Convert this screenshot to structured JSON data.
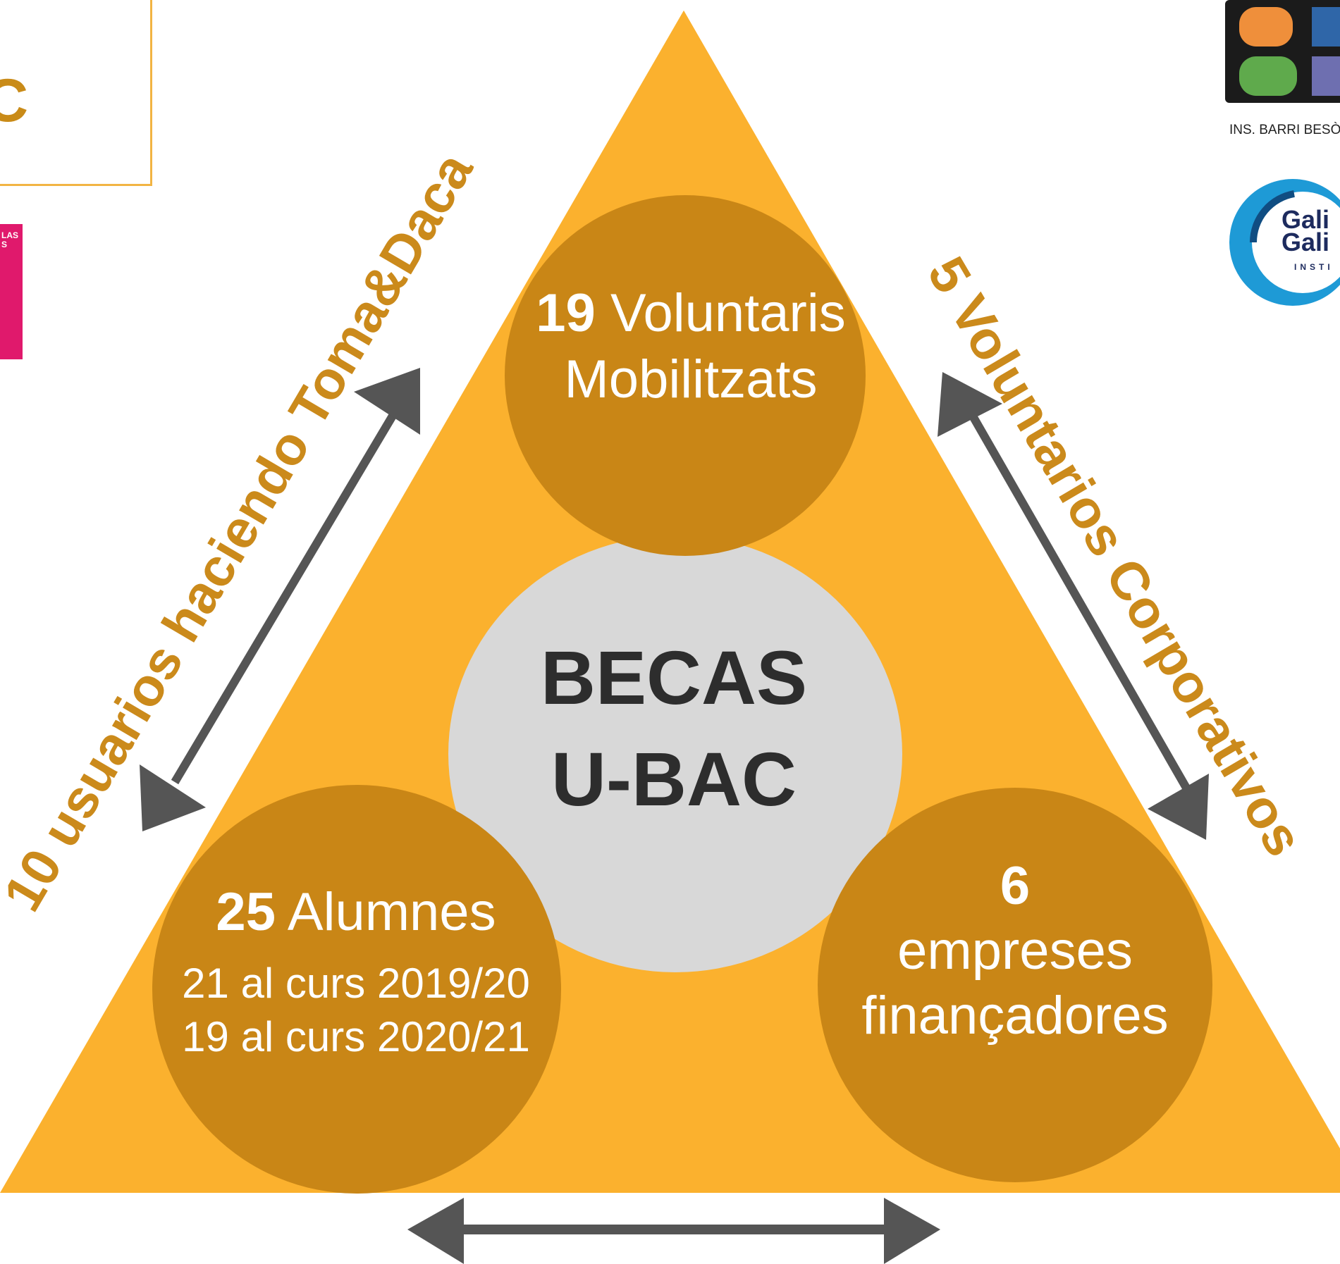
{
  "center": {
    "line1": "BECAS",
    "line2": "U-BAC"
  },
  "top_circle": {
    "number": "19",
    "label_suffix": "Voluntaris",
    "line2": "Mobilitzats"
  },
  "left_circle": {
    "number": "25",
    "label_suffix": "Alumnes",
    "detail1": "21 al curs 2019/20",
    "detail2": "19 al curs 2020/21"
  },
  "right_circle": {
    "number": "6",
    "line2": "empreses",
    "line3": "finançadores"
  },
  "left_side_label": "10 usuarios haciendo Toma&Daca",
  "right_side_label": "5 Voluntarios Corporativos",
  "left_frame_letter": "C",
  "pink_block_text": "LAS\nS",
  "logos": {
    "bbb_caption": "INS. BARRI BESÒS",
    "galileo_line1": "Gali",
    "galileo_line2": "Gali",
    "galileo_sub": "INSTI"
  },
  "colors": {
    "triangle": "#fbb12e",
    "circle": "#c98616",
    "center_circle": "#d8d8d8",
    "label_text": "#cb8a1b",
    "arrow": "#555555",
    "pink": "#e0196c"
  }
}
